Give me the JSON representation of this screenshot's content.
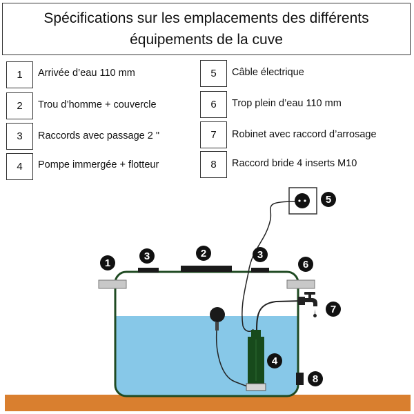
{
  "title": "Spécifications sur les emplacements des différents équipements de la cuve",
  "specs": [
    {
      "num": "1",
      "label": "Arrivée d’eau 110 mm"
    },
    {
      "num": "2",
      "label": "Trou d’homme + couvercle"
    },
    {
      "num": "3",
      "label": "Raccords avec passage 2 \""
    },
    {
      "num": "4",
      "label": "Pompe immergée + flotteur"
    },
    {
      "num": "5",
      "label": "Câble électrique"
    },
    {
      "num": "6",
      "label": "Trop plein d’eau 110 mm"
    },
    {
      "num": "7",
      "label": "Robinet avec raccord d’arrosage"
    },
    {
      "num": "8",
      "label": "Raccord bride 4 inserts M10"
    }
  ],
  "callouts": {
    "c1": "1",
    "c2": "2",
    "c3a": "3",
    "c3b": "3",
    "c4": "4",
    "c5": "5",
    "c6": "6",
    "c7": "7",
    "c8": "8"
  },
  "colors": {
    "water": "#87c8e8",
    "tank_outline": "#1f4a22",
    "pump": "#174a1c",
    "ground": "#d97f2f",
    "pipe_fitting": "#c8c8c8",
    "hatch": "#1a1a1a"
  }
}
